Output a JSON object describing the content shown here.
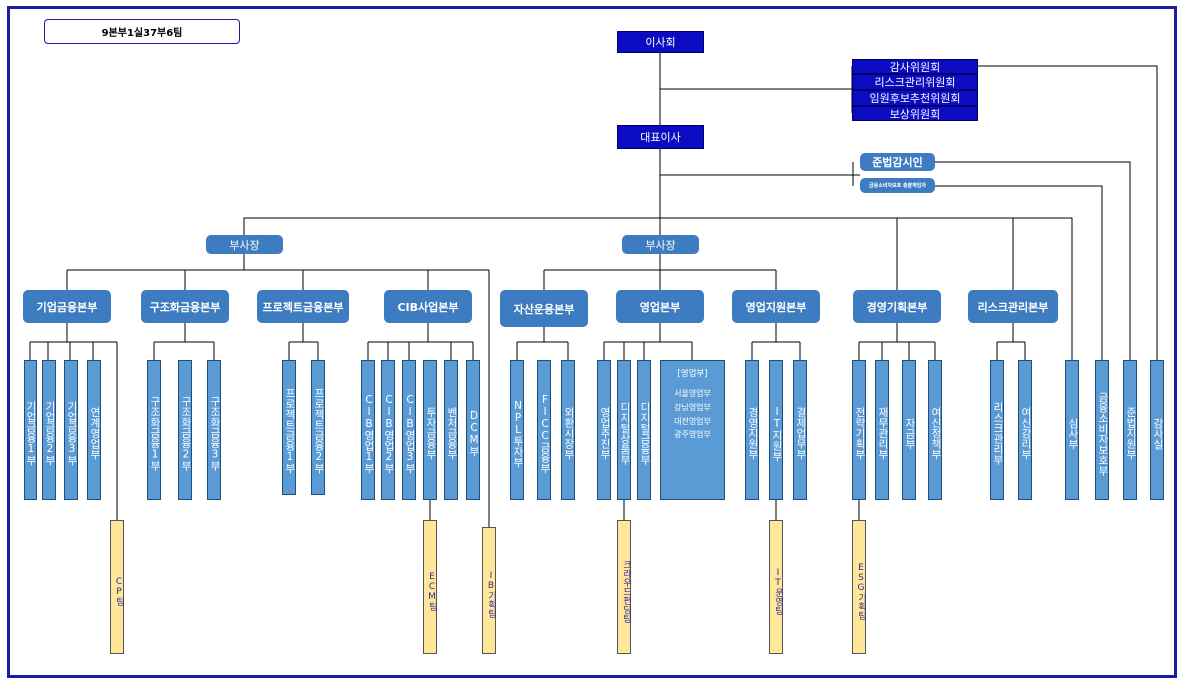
{
  "count_label": "9본부1실37부6팀",
  "top": {
    "board": "이사회",
    "committees": [
      "감사위원회",
      "리스크관리위원회",
      "임원후보추천위원회",
      "보상위원회"
    ],
    "ceo": "대표이사",
    "compliance_officer": "준법감시인",
    "consumer_protection_officer": "금융소비자보호 총괄책임자"
  },
  "vice_presidents": [
    "부사장",
    "부사장"
  ],
  "divisions": [
    {
      "key": "corp",
      "label": "기업금융본부"
    },
    {
      "key": "struct",
      "label": "구조화금융본부"
    },
    {
      "key": "proj",
      "label": "프로젝트금융본부"
    },
    {
      "key": "cib",
      "label": "CIB사업본부"
    },
    {
      "key": "asset",
      "label": "자산운용본부"
    },
    {
      "key": "sales",
      "label": "영업본부"
    },
    {
      "key": "support",
      "label": "영업지원본부"
    },
    {
      "key": "plan",
      "label": "경영기획본부"
    },
    {
      "key": "risk",
      "label": "리스크관리본부"
    }
  ],
  "departments": {
    "corp": [
      "기업금융1부",
      "기업금융2부",
      "기업금융3부",
      "연계영업부"
    ],
    "struct": [
      "구조화금융1부",
      "구조화금융2부",
      "구조화금융3부"
    ],
    "proj": [
      "프로젝트금융1부",
      "프로젝트금융2부"
    ],
    "cib": [
      "CIB영업1부",
      "CIB영업2부",
      "CIB영업3부",
      "투자금융부",
      "벤처금융부",
      "DCM부"
    ],
    "asset": [
      "NPL투자부",
      "FICC금융부",
      "외환시장부"
    ],
    "sales": [
      "영업추진부",
      "디지털상품부",
      "디지털금융부"
    ],
    "support": [
      "경영지원부",
      "IT지원부",
      "결제업무부"
    ],
    "plan": [
      "전략기획부",
      "재무관리부",
      "자금부",
      "여신정책부"
    ],
    "risk": [
      "리스크관리부",
      "여신감리부"
    ],
    "independent": [
      "심사부",
      "금융소비자보호부",
      "준법지원부",
      "감사실"
    ]
  },
  "sales_branches": {
    "title": "[영업부]",
    "items": [
      "서울영업부",
      "강남영업부",
      "대전영업부",
      "광주영업부"
    ]
  },
  "teams": [
    "CP팀",
    "ECM팀",
    "IB기획팀",
    "크라우드펀딩팀",
    "IT운영팀",
    "ESG기획팀"
  ],
  "colors": {
    "frame": "#1a1aa8",
    "top_box": "#0b0bc2",
    "division": "#3d7cc0",
    "department": "#5b9bd5",
    "team": "#ffe699",
    "line": "#000000"
  }
}
